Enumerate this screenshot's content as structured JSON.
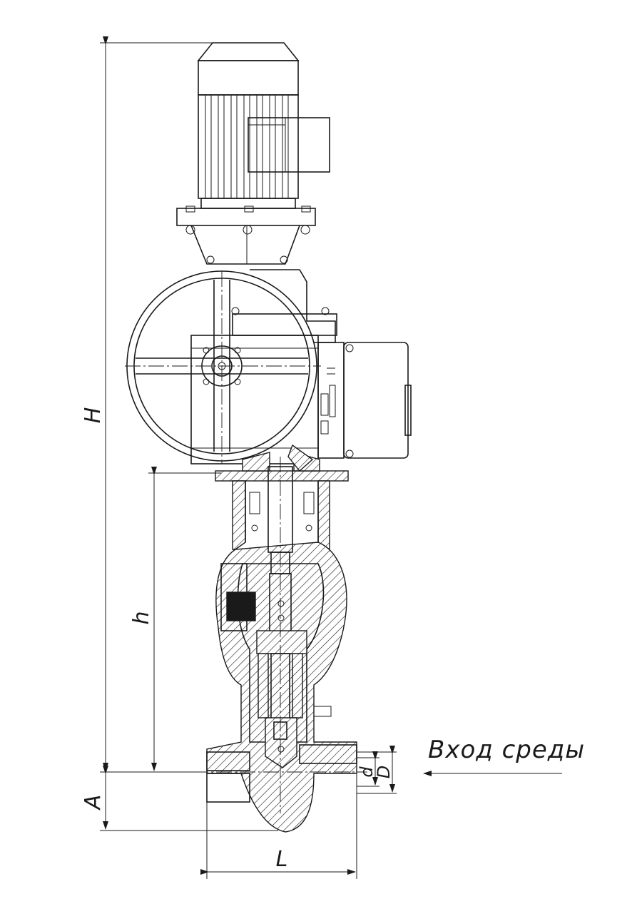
{
  "drawing": {
    "flow_label": "Вход среды",
    "dimensions": {
      "H": "H",
      "h": "h",
      "A": "A",
      "L": "L",
      "d": "d",
      "D": "D"
    }
  },
  "colors": {
    "line": "#1a1a1a",
    "background": "#ffffff"
  },
  "icons": {
    "flow_arrow": "arrow-left-icon"
  }
}
